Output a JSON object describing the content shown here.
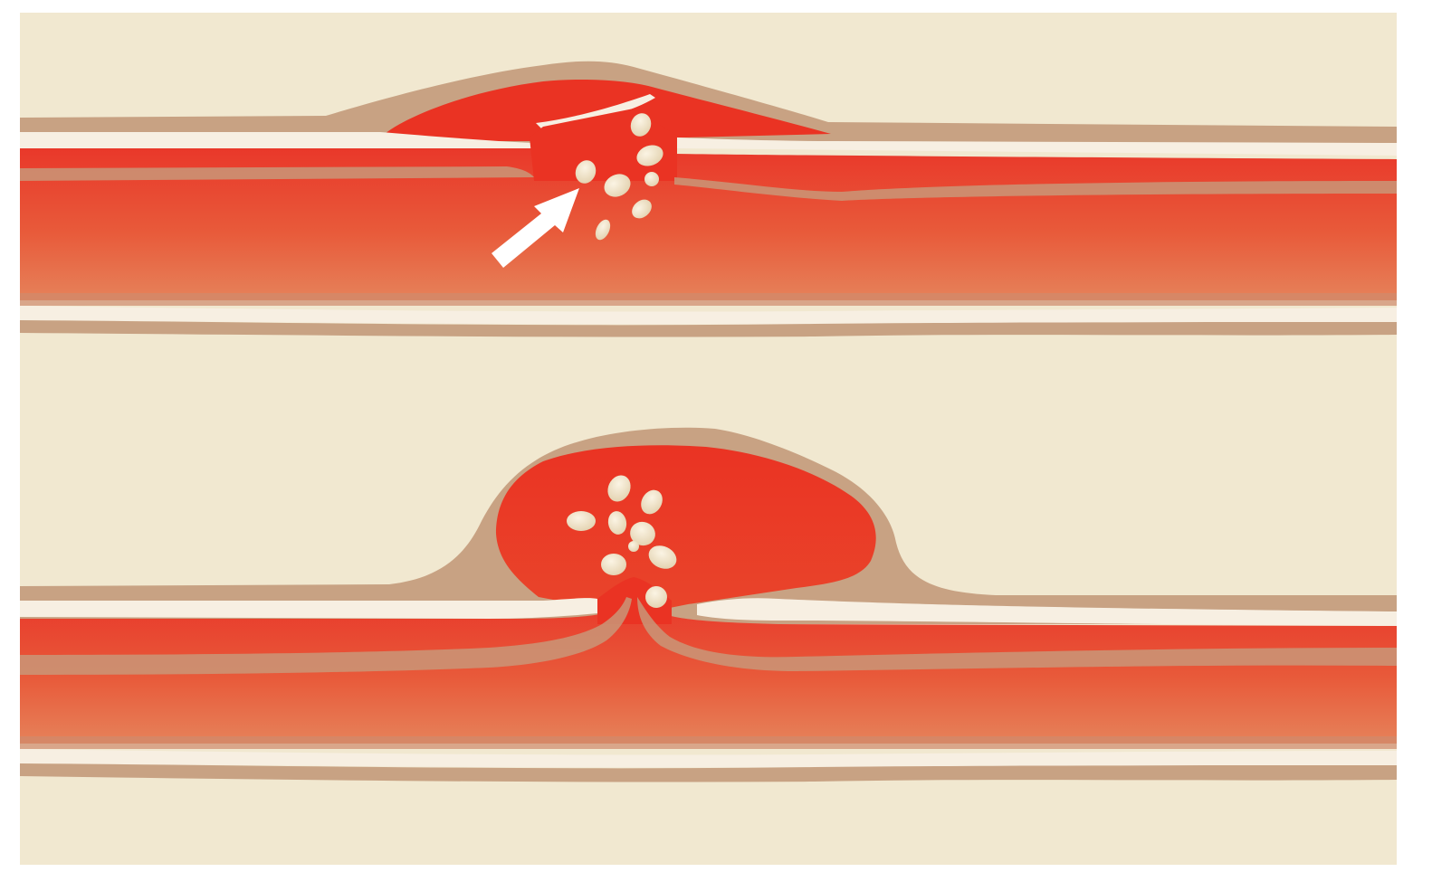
{
  "colors": {
    "page_background": "#ffffff",
    "tissue_background": "#f1e8d0",
    "vessel_wall": "#c8a283",
    "intima_lining": "#f7efe2",
    "blood_bright": "#ea3323",
    "blood_mid": "#e8583a",
    "blood_light": "#e67a55",
    "platelet_fill": "#efe4cc",
    "arrow_fill": "#ffffff"
  },
  "panels": [
    {
      "name": "panel-top",
      "stage": "small-tear-blood-leaking",
      "platelets": 7,
      "has_arrow": true
    },
    {
      "name": "panel-bottom",
      "stage": "false-aneurysm-formed",
      "platelets": 9,
      "has_arrow": false
    }
  ],
  "icons": {
    "flow_arrow": "arrow-up-right-icon"
  }
}
